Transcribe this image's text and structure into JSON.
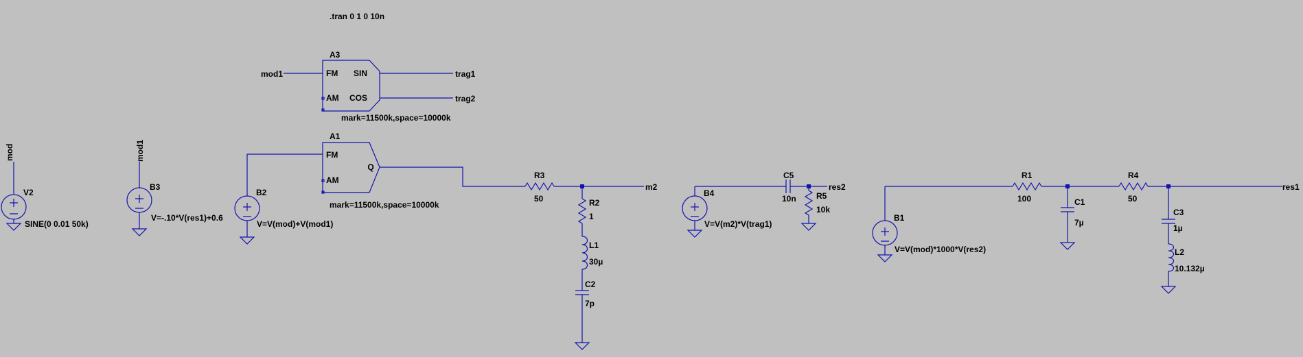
{
  "directive": ".tran 0 1 0 10n",
  "sources": {
    "V2": {
      "name": "V2",
      "value": "SINE(0 0.01 50k)",
      "net": "mod"
    },
    "B3": {
      "name": "B3",
      "value": "V=-.10*V(res1)+0.6",
      "net": "mod1"
    },
    "B2": {
      "name": "B2",
      "value": "V=V(mod)+V(mod1)"
    },
    "B4": {
      "name": "B4",
      "value": "V=V(m2)*V(trag1)"
    },
    "B1": {
      "name": "B1",
      "value": "V=V(mod)*1000*V(res2)"
    }
  },
  "modulators": {
    "A3": {
      "name": "A3",
      "pin_fm": "FM",
      "pin_am": "AM",
      "pin_sin": "SIN",
      "pin_cos": "COS",
      "params": "mark=11500k,space=10000k",
      "net_in": "mod1",
      "net_sin": "trag1",
      "net_cos": "trag2"
    },
    "A1": {
      "name": "A1",
      "pin_fm": "FM",
      "pin_am": "AM",
      "pin_q": "Q",
      "params": "mark=11500k,space=10000k"
    }
  },
  "passives": {
    "R3": {
      "name": "R3",
      "value": "50"
    },
    "R2": {
      "name": "R2",
      "value": "1"
    },
    "L1": {
      "name": "L1",
      "value": "30µ"
    },
    "C2": {
      "name": "C2",
      "value": "7p"
    },
    "C5": {
      "name": "C5",
      "value": "10n"
    },
    "R5": {
      "name": "R5",
      "value": "10k"
    },
    "R1": {
      "name": "R1",
      "value": "100"
    },
    "C1": {
      "name": "C1",
      "value": "7µ"
    },
    "R4": {
      "name": "R4",
      "value": "50"
    },
    "C3": {
      "name": "C3",
      "value": "1µ"
    },
    "L2": {
      "name": "L2",
      "value": "10.132µ"
    }
  },
  "nets": {
    "m2": "m2",
    "res2": "res2",
    "res1": "res1"
  },
  "colors": {
    "wire": "#1212b0",
    "background": "#c0c0c0",
    "text": "#000000"
  }
}
